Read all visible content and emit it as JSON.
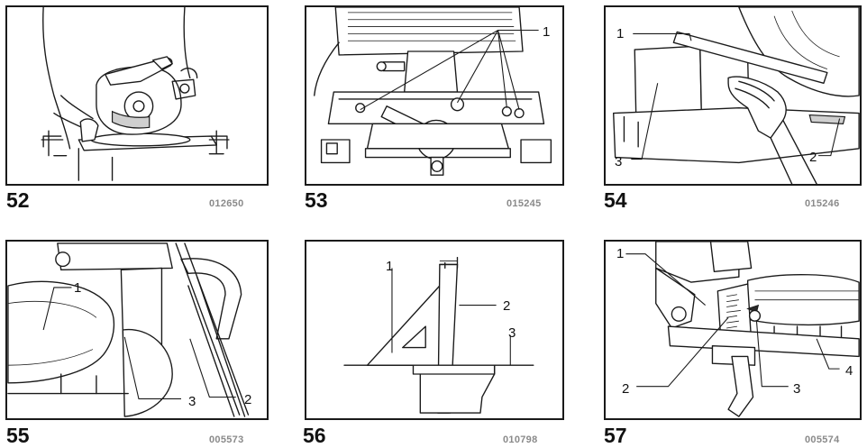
{
  "figures": [
    {
      "number": "52",
      "code": "012650",
      "callouts": []
    },
    {
      "number": "53",
      "code": "015245",
      "callouts": [
        "1"
      ]
    },
    {
      "number": "54",
      "code": "015246",
      "callouts": [
        "1",
        "2",
        "3"
      ]
    },
    {
      "number": "55",
      "code": "005573",
      "callouts": [
        "1",
        "2",
        "3"
      ]
    },
    {
      "number": "56",
      "code": "010798",
      "callouts": [
        "1",
        "2",
        "3"
      ]
    },
    {
      "number": "57",
      "code": "005574",
      "callouts": [
        "1",
        "2",
        "3",
        "4"
      ]
    }
  ]
}
